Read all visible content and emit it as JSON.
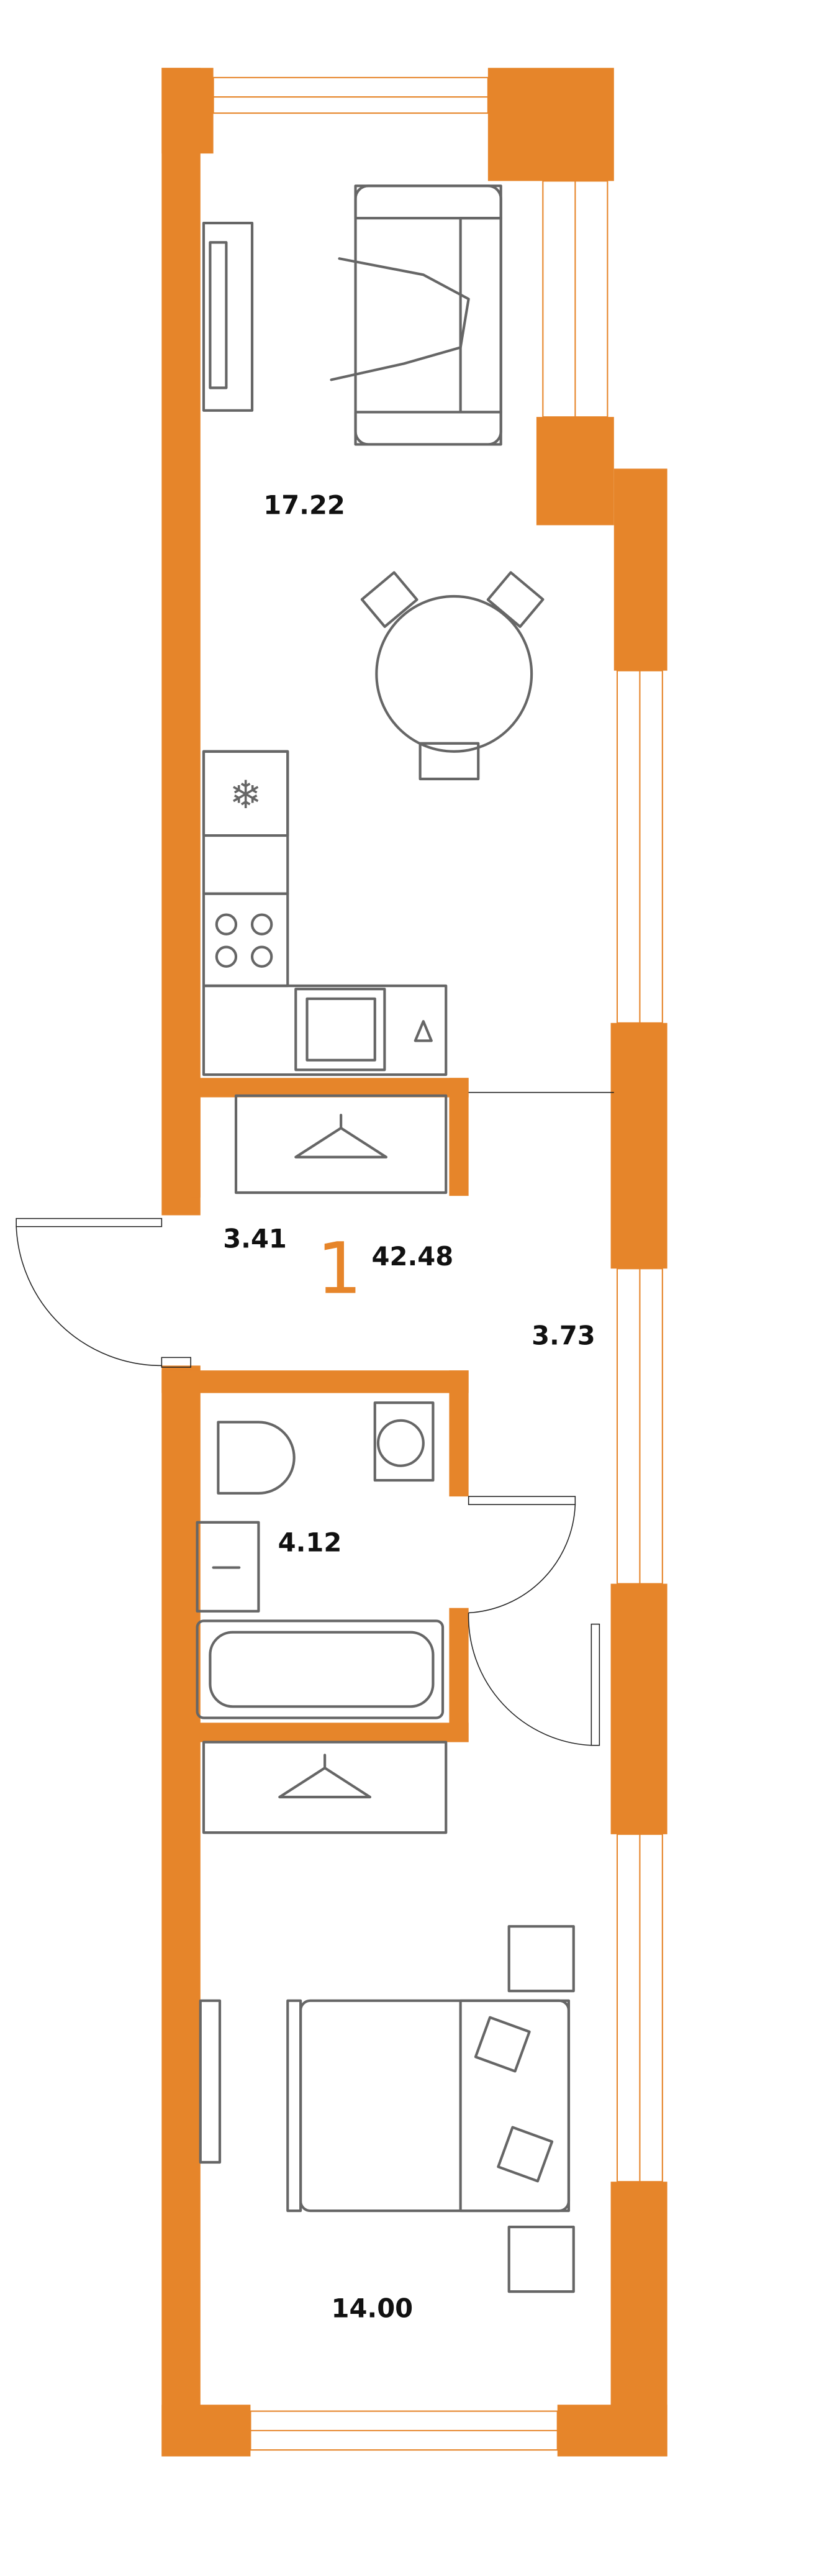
{
  "plan": {
    "apartment_number": "1",
    "total_area": "42.48",
    "rooms": {
      "living_kitchen": "17.22",
      "hall": "3.41",
      "corridor": "3.73",
      "bathroom": "4.12",
      "bedroom": "14.00"
    }
  },
  "colors": {
    "wall": "#E6852A",
    "furniture": "#666666"
  }
}
